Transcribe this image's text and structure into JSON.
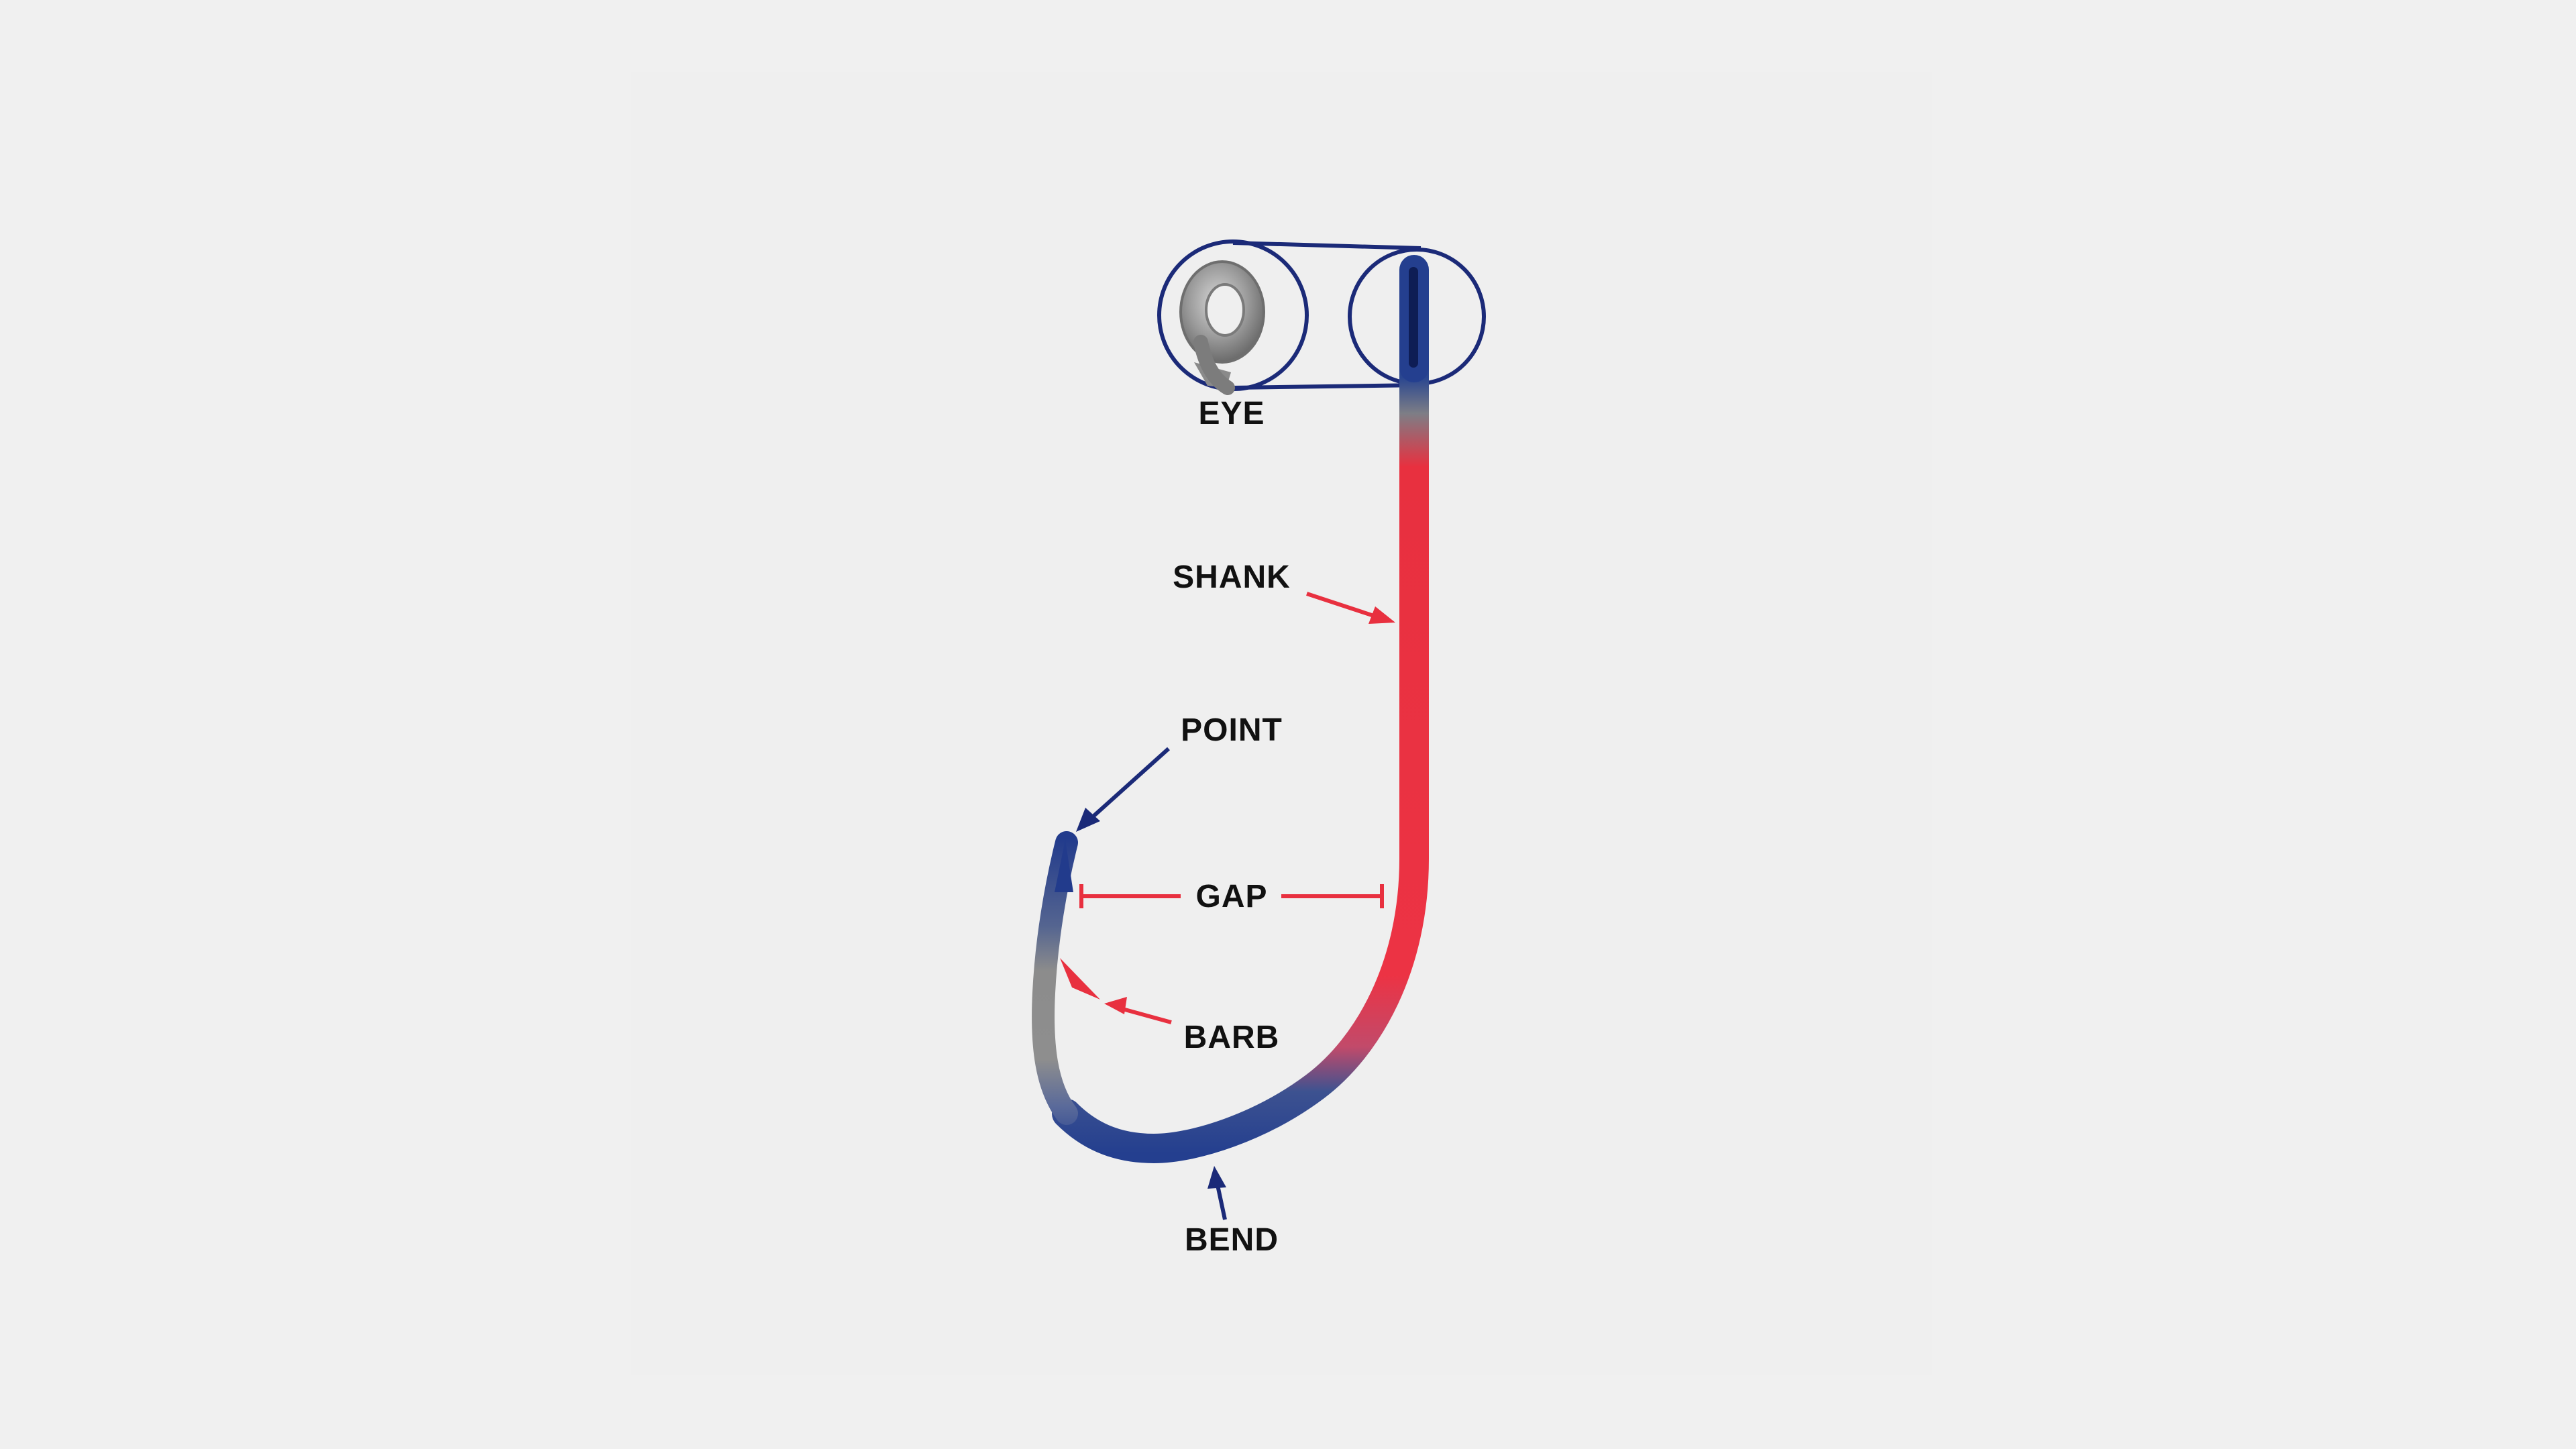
{
  "labels": {
    "eye": "EYE",
    "shank": "SHANK",
    "point": "POINT",
    "gap": "GAP",
    "barb": "BARB",
    "bend": "BEND"
  },
  "colors": {
    "background": "#f0f0f0",
    "panel": "#efefef",
    "red": "#e8303f",
    "blue": "#243f8f",
    "navy": "#1b2a78",
    "gray": "#8a8a8a",
    "label": "#111111"
  }
}
